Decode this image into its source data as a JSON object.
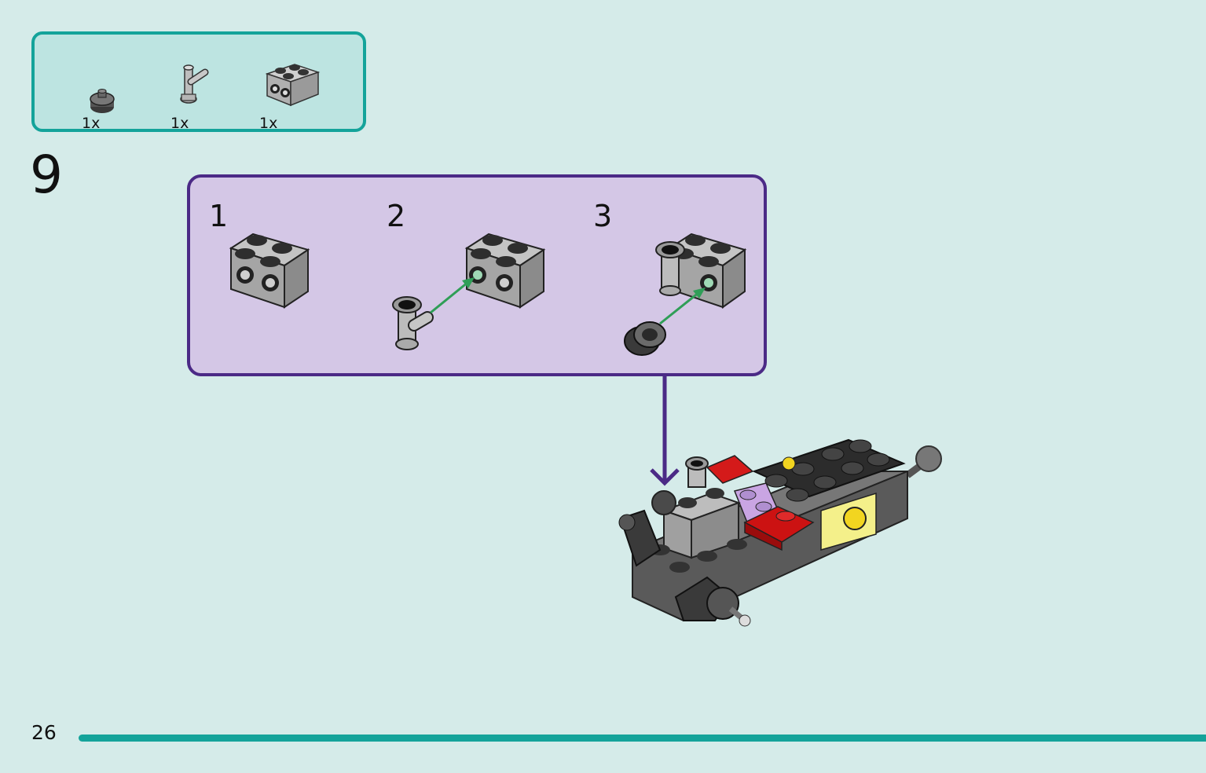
{
  "parts_list": {
    "items": [
      {
        "name": "round-tile-dark-gray",
        "qty": "1x"
      },
      {
        "name": "faucet-piece-light-gray",
        "qty": "1x"
      },
      {
        "name": "brick-1x2-with-studs-on-side",
        "qty": "1x"
      }
    ]
  },
  "step": {
    "number": "9"
  },
  "sub_steps": [
    {
      "label": "1"
    },
    {
      "label": "2"
    },
    {
      "label": "3"
    }
  ],
  "page": {
    "number": "26"
  },
  "colors": {
    "page_background": "#d5ebe9",
    "parts_border": "#14a39a",
    "parts_fill": "#bde4e1",
    "substep_border": "#4b2a86",
    "substep_fill": "#d4c7e6",
    "arrow": "#2f9e57",
    "brick_gray": "#a8a8a8",
    "brick_dark": "#3a3a3a",
    "accent_red": "#cc1212",
    "accent_yellow": "#f2d520",
    "accent_lavender": "#c9a5e3"
  },
  "icons": [
    "round-tile-icon",
    "faucet-icon",
    "side-stud-brick-icon",
    "assembly-arrow-icon",
    "callout-arrow-icon"
  ]
}
